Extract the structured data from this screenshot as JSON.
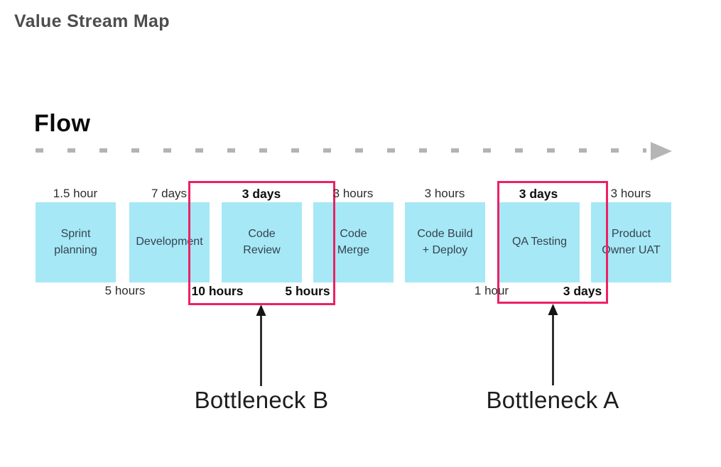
{
  "title": "Value Stream Map",
  "flow": {
    "heading": "Flow"
  },
  "stages": [
    {
      "label": "Sprint\nplanning",
      "time_above": "1.5 hour"
    },
    {
      "label": "Development",
      "time_above": "7 days"
    },
    {
      "label": "Code\nReview",
      "time_above": "3 days"
    },
    {
      "label": "Code\nMerge",
      "time_above": "3 hours"
    },
    {
      "label": "Code Build\n+ Deploy",
      "time_above": "3 hours"
    },
    {
      "label": "QA Testing",
      "time_above": "3 days"
    },
    {
      "label": "Product\nOwner UAT",
      "time_above": "3 hours"
    }
  ],
  "wait_times": [
    "5 hours",
    "10 hours",
    "5 hours",
    "1 hour",
    "3 days"
  ],
  "bottlenecks": [
    {
      "label": "Bottleneck B",
      "highlights_stage": "Code Review"
    },
    {
      "label": "Bottleneck A",
      "highlights_stage": "QA Testing"
    }
  ],
  "icons": {
    "flow_arrowhead": "right-triangle-arrow",
    "bottleneck_pointer": "up-arrow"
  },
  "colors": {
    "stage_fill": "#a6e8f6",
    "stage_text": "#36424e",
    "highlight_border": "#ec2164",
    "flow_dash": "#b3b3b3",
    "title_text": "#4d4d4d"
  }
}
